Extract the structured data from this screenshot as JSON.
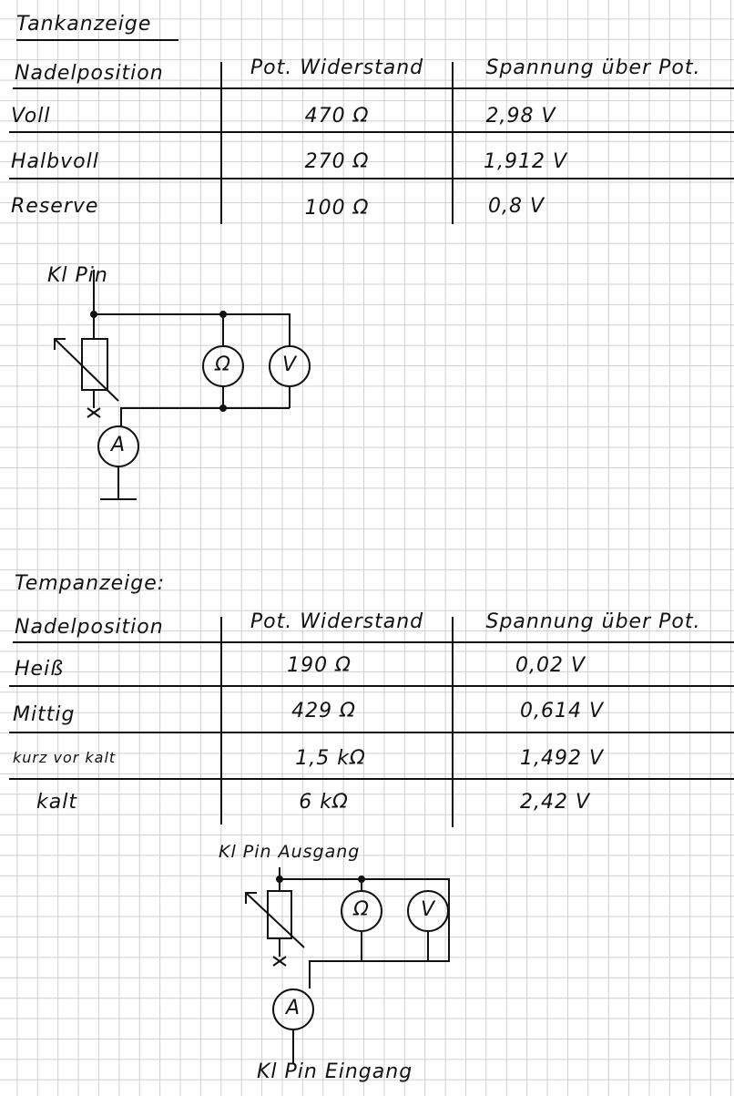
{
  "tank": {
    "title": "Tankanzeige",
    "headers": [
      "Nadelposition",
      "Pot. Widerstand",
      "Spannung über Pot."
    ],
    "rows": [
      [
        "Voll",
        "470 Ω",
        "2,98 V"
      ],
      [
        "Halbvoll",
        "270 Ω",
        "1,912 V"
      ],
      [
        "Reserve",
        "100 Ω",
        "0,8 V"
      ]
    ],
    "circuit": {
      "label": "Kl Pin",
      "ohm_symbol": "Ω",
      "volt_symbol": "V",
      "amp_symbol": "A"
    }
  },
  "temp": {
    "title": "Tempanzeige:",
    "headers": [
      "Nadelposition",
      "Pot. Widerstand",
      "Spannung über Pot."
    ],
    "rows": [
      [
        "Heiß",
        "190 Ω",
        "0,02 V"
      ],
      [
        "Mittig",
        "429 Ω",
        "0,614 V"
      ],
      [
        "kurz vor kalt",
        "1,5 kΩ",
        "1,492 V"
      ],
      [
        "kalt",
        "6 kΩ",
        "2,42 V"
      ]
    ],
    "circuit": {
      "label_top": "Kl Pin Ausgang",
      "label_bottom": "Kl Pin Eingang",
      "ohm_symbol": "Ω",
      "volt_symbol": "V",
      "amp_symbol": "A"
    }
  }
}
